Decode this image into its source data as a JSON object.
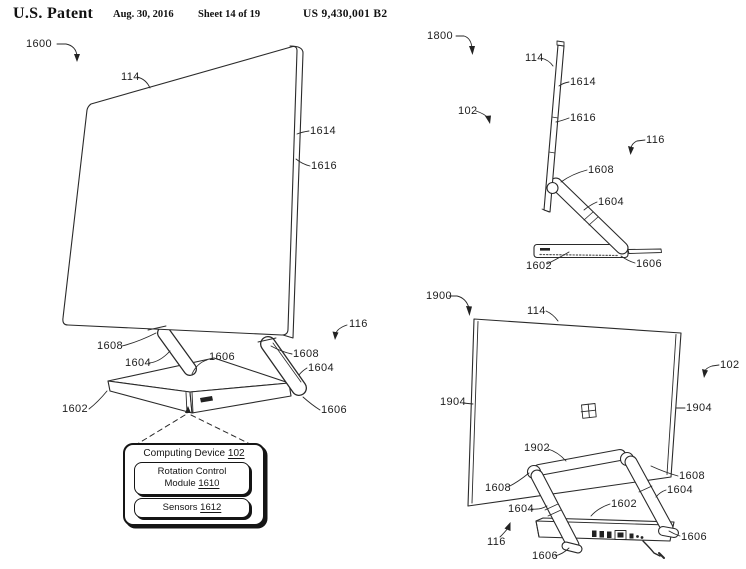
{
  "header": {
    "title": "U.S. Patent",
    "date": "Aug. 30, 2016",
    "sheet": "Sheet 14 of 19",
    "patent_number": "US 9,430,001 B2"
  },
  "figures": {
    "fig1600": {
      "labels": {
        "fig_num": "1600",
        "display": "114",
        "edge_upper": "1614",
        "edge_lower": "1616",
        "view": "116",
        "hinge_left": "1608",
        "arm_left": "1604",
        "foot_center": "1606",
        "hinge_right": "1608",
        "arm_right": "1604",
        "base": "1602",
        "foot_right": "1606"
      }
    },
    "fig1800": {
      "labels": {
        "fig_num": "1800",
        "display": "114",
        "edge_upper": "1614",
        "edge_lower": "1616",
        "device": "102",
        "view": "116",
        "hinge": "1608",
        "arm": "1604",
        "base": "1602",
        "foot": "1606"
      }
    },
    "fig1900": {
      "labels": {
        "fig_num": "1900",
        "display": "114",
        "device": "102",
        "rail_left": "1904",
        "rail_right": "1904",
        "crossbar": "1902",
        "hinge_left": "1608",
        "hinge_right": "1608",
        "arm_right": "1604",
        "arm_left": "1604",
        "base": "1602",
        "view": "116",
        "foot_bottom": "1606",
        "foot_right": "1606"
      }
    }
  },
  "callout": {
    "device_label": "Computing Device",
    "device_num": "102",
    "module_line1": "Rotation Control",
    "module_line2": "Module",
    "module_num": "1610",
    "sensors_label": "Sensors",
    "sensors_num": "1612"
  }
}
